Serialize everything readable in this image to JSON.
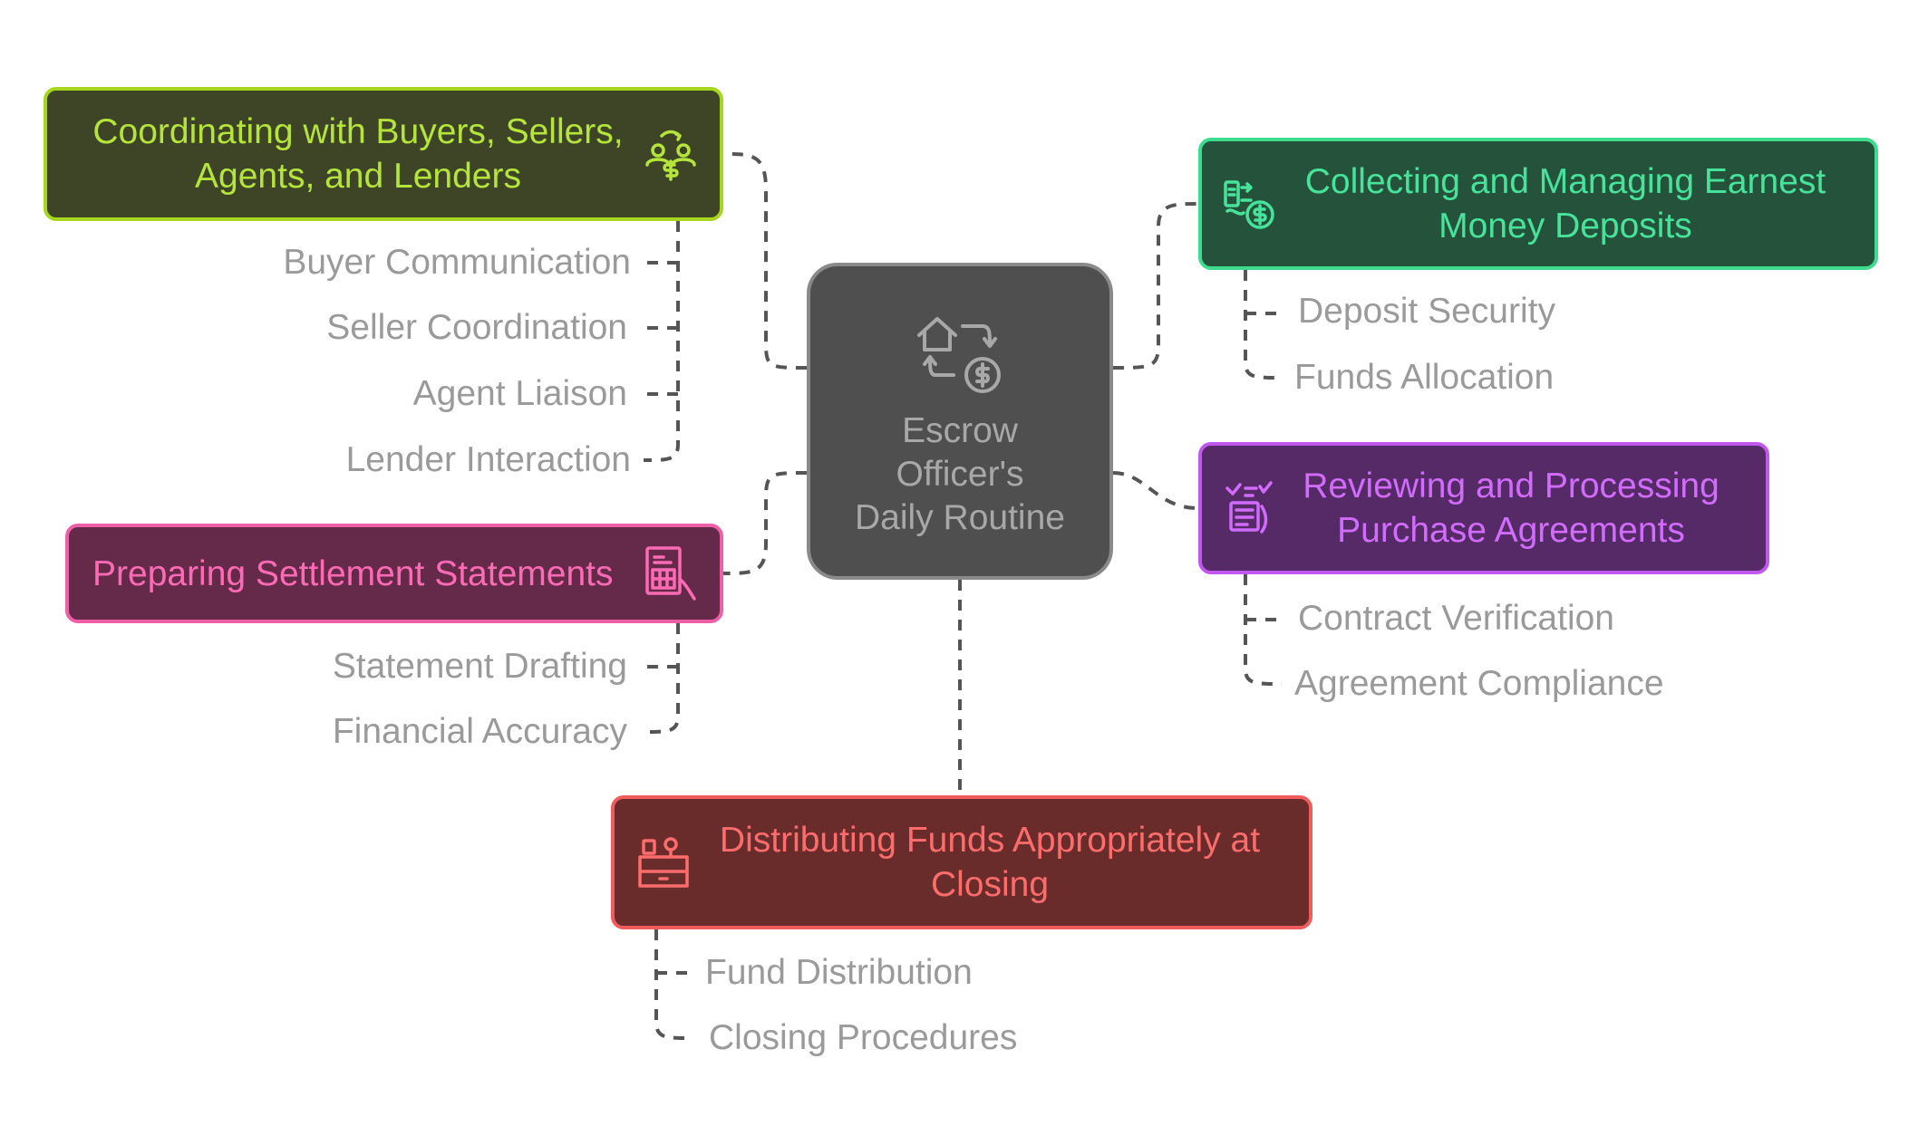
{
  "center": {
    "line1": "Escrow",
    "line2": "Officer's",
    "line3": "Daily Routine",
    "icon": "house-money-exchange-icon"
  },
  "branches": {
    "coordinating": {
      "line1": "Coordinating with Buyers, Sellers,",
      "line2": "Agents, and Lenders",
      "icon": "people-exchange-icon",
      "subs": [
        "Buyer Communication",
        "Seller Coordination",
        "Agent Liaison",
        "Lender Interaction"
      ]
    },
    "collecting": {
      "line1": "Collecting and Managing Earnest",
      "line2": "Money Deposits",
      "icon": "cash-deposit-icon",
      "subs": [
        "Deposit Security",
        "Funds Allocation"
      ]
    },
    "reviewing": {
      "line1": "Reviewing and Processing",
      "line2": "Purchase Agreements",
      "icon": "document-review-icon",
      "subs": [
        "Contract Verification",
        "Agreement Compliance"
      ]
    },
    "preparing": {
      "line1": "Preparing Settlement Statements",
      "icon": "statement-calculator-icon",
      "subs": [
        "Statement Drafting",
        "Financial Accuracy"
      ]
    },
    "distributing": {
      "line1": "Distributing Funds Appropriately at",
      "line2": "Closing",
      "icon": "cash-register-icon",
      "subs": [
        "Fund Distribution",
        "Closing Procedures"
      ]
    }
  },
  "colors": {
    "coordinating": "#a6d61d",
    "collecting": "#3ddc8f",
    "reviewing": "#c257f0",
    "preparing": "#ef5fa8",
    "distributing": "#f05b5b",
    "center": "#4f4f4f",
    "subtext": "#9a9a9a",
    "connector": "#555555"
  }
}
